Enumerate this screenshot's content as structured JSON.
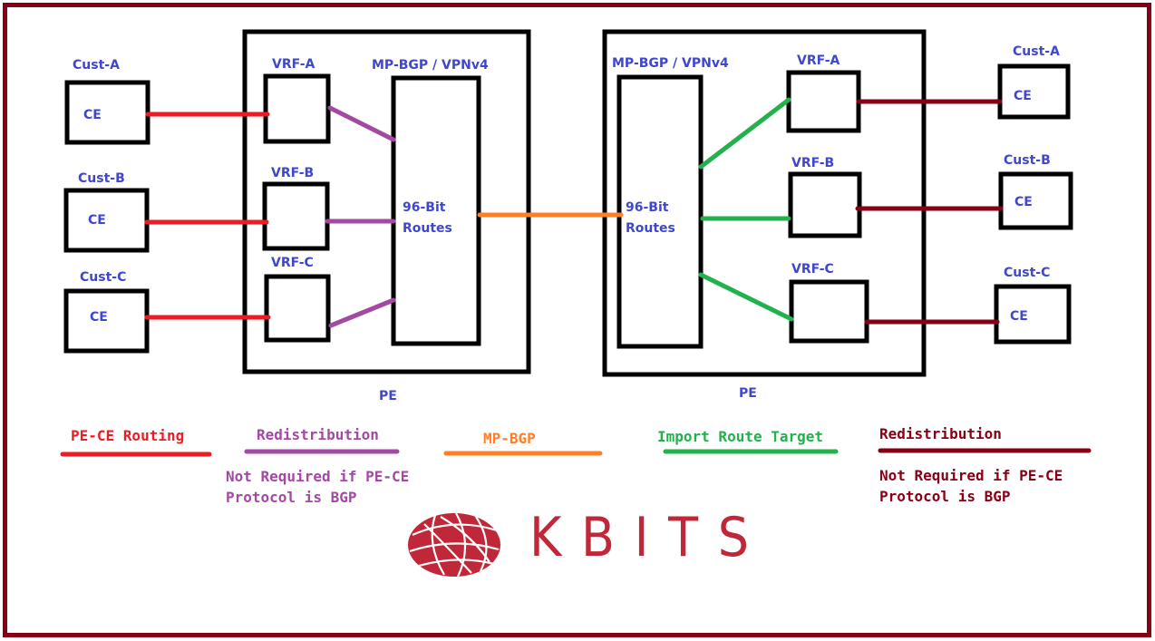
{
  "diagram": {
    "colors": {
      "frame": "#880015",
      "box": "#000000",
      "label": "#3f48cc",
      "pe_ce_routing": "#ed1c24",
      "redistribution_left": "#a349a4",
      "mp_bgp": "#ff7f27",
      "import_route_target": "#22b14c",
      "redistribution_right": "#880015",
      "logo": "#c0283a"
    },
    "left_side": {
      "customers": [
        {
          "name": "Cust-A",
          "device": "CE"
        },
        {
          "name": "Cust-B",
          "device": "CE"
        },
        {
          "name": "Cust-C",
          "device": "CE"
        }
      ],
      "pe": {
        "label": "PE",
        "vrfs": [
          "VRF-A",
          "VRF-B",
          "VRF-C"
        ],
        "core_title": "MP-BGP / VPNv4",
        "core_text_line1": "96-Bit",
        "core_text_line2": "Routes"
      }
    },
    "right_side": {
      "customers": [
        {
          "name": "Cust-A",
          "device": "CE"
        },
        {
          "name": "Cust-B",
          "device": "CE"
        },
        {
          "name": "Cust-C",
          "device": "CE"
        }
      ],
      "pe": {
        "label": "PE",
        "vrfs": [
          "VRF-A",
          "VRF-B",
          "VRF-C"
        ],
        "core_title": "MP-BGP / VPNv4",
        "core_text_line1": "96-Bit",
        "core_text_line2": "Routes"
      }
    },
    "legend": [
      {
        "label": "PE-CE Routing",
        "color": "#ed1c24",
        "note_line1": "",
        "note_line2": ""
      },
      {
        "label": "Redistribution",
        "color": "#a349a4",
        "note_line1": "Not Required if PE-CE",
        "note_line2": "Protocol is BGP"
      },
      {
        "label": "MP-BGP",
        "color": "#ff7f27",
        "note_line1": "",
        "note_line2": ""
      },
      {
        "label": "Import Route Target",
        "color": "#22b14c",
        "note_line1": "",
        "note_line2": ""
      },
      {
        "label": "Redistribution",
        "color": "#880015",
        "note_line1": "Not Required if PE-CE",
        "note_line2": "Protocol is BGP"
      }
    ],
    "logo": {
      "text": "KBITS",
      "icon": "globe-icon"
    }
  }
}
